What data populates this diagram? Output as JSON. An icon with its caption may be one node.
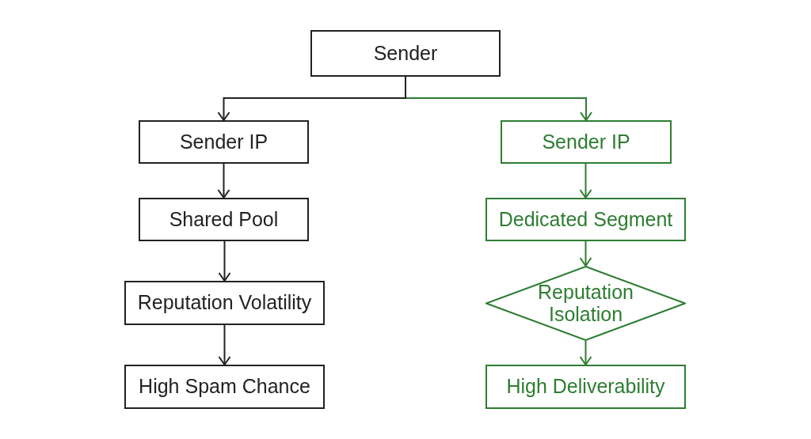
{
  "diagram": {
    "nodes": [
      {
        "text": [
          "Sender"
        ]
      },
      {
        "text": [
          "Sender IP"
        ]
      },
      {
        "text": [
          "Shared Pool"
        ]
      },
      {
        "text": [
          "Reputation Volatility"
        ]
      },
      {
        "text": [
          "High Spam Chance"
        ]
      },
      {
        "text": [
          "Sender IP"
        ]
      },
      {
        "text": [
          "Dedicated Segment"
        ]
      },
      {
        "text": [
          "Reputation Isolation"
        ]
      },
      {
        "text": [
          "High Deliverability"
        ]
      }
    ],
    "edges": [
      {
        "from": 0,
        "to": 1,
        "arrow": "to"
      },
      {
        "from": 0,
        "to": 5,
        "arrow": "to",
        "color": "#2e7d32"
      },
      {
        "from": 1,
        "to": 2,
        "arrow": "to"
      },
      {
        "from": 2,
        "to": 3,
        "arrow": "to"
      },
      {
        "from": 3,
        "to": 4,
        "arrow": "to"
      },
      {
        "from": 5,
        "to": 6,
        "arrow": "to",
        "color": "#2e7d32"
      },
      {
        "from": 6,
        "to": 7,
        "arrow": "to",
        "color": "#2e7d32"
      },
      {
        "from": 7,
        "to": 8,
        "arrow": "to",
        "color": "#2e7d32"
      }
    ]
  }
}
